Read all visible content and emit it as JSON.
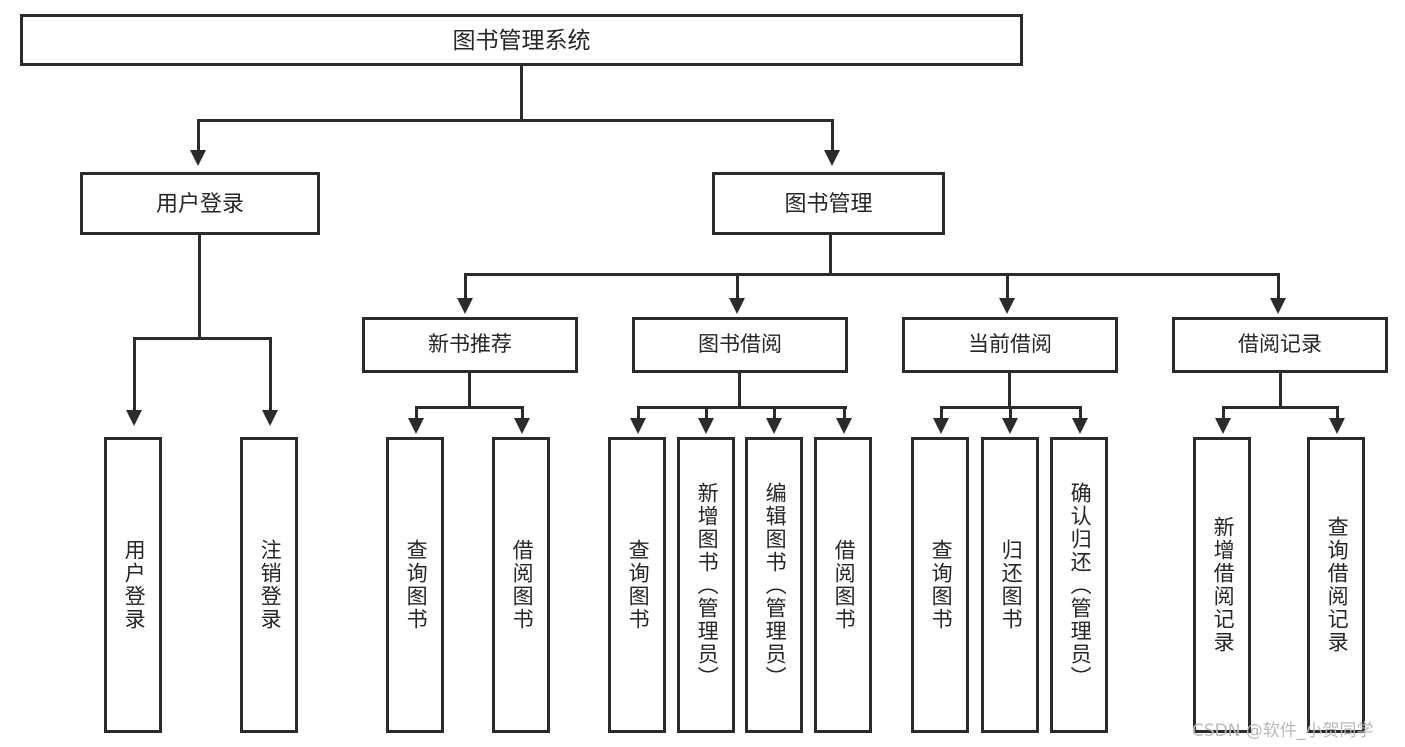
{
  "diagram": {
    "title": "图书管理系统",
    "watermark": "CSDN @软件_小贺同学",
    "colors": {
      "border": "#2b2b2b",
      "text": "#262626",
      "background": "#ffffff",
      "watermark": "#b9b9b9"
    },
    "root": {
      "label": "图书管理系统"
    },
    "level2": [
      {
        "label": "用户登录"
      },
      {
        "label": "图书管理"
      }
    ],
    "level3": [
      {
        "label": "新书推荐"
      },
      {
        "label": "图书借阅"
      },
      {
        "label": "当前借阅"
      },
      {
        "label": "借阅记录"
      }
    ],
    "leaves": {
      "user_login": [
        {
          "label": "用户登录"
        },
        {
          "label": "注销登录"
        }
      ],
      "new_book_recommend": [
        {
          "label": "查询图书"
        },
        {
          "label": "借阅图书"
        }
      ],
      "book_borrow": [
        {
          "label": "查询图书"
        },
        {
          "label": "新增图书（管理员）"
        },
        {
          "label": "编辑图书（管理员）"
        },
        {
          "label": "借阅图书"
        }
      ],
      "current_borrow": [
        {
          "label": "查询图书"
        },
        {
          "label": "归还图书"
        },
        {
          "label": "确认归还（管理员）"
        }
      ],
      "borrow_record": [
        {
          "label": "新增借阅记录"
        },
        {
          "label": "查询借阅记录"
        }
      ]
    }
  }
}
